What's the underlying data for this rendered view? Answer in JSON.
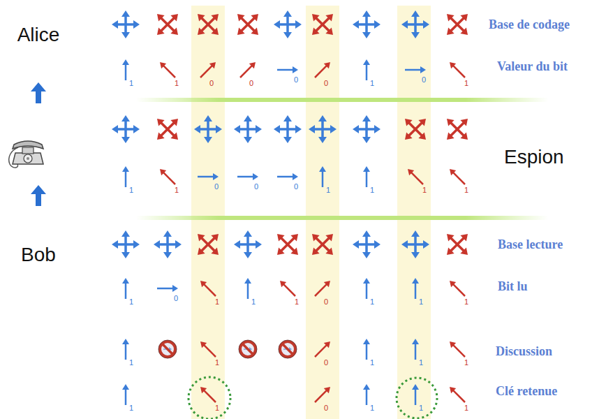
{
  "diagram": {
    "labels": [
      "Alice",
      "Base de codage",
      "1",
      "1",
      "0",
      "0",
      "0",
      "0",
      "1",
      "0",
      "1",
      "Valeur du bit",
      "Espion",
      "1",
      "1",
      "0",
      "0",
      "0",
      "1",
      "1",
      "1",
      "1",
      "Bob",
      "Base lecture",
      "1",
      "0",
      "1",
      "1",
      "1",
      "0",
      "1",
      "1",
      "1",
      "Bit lu",
      "1",
      "1",
      "0",
      "1",
      "1",
      "1",
      "Discussion",
      "1",
      "1",
      "0",
      "1",
      "1",
      "1",
      "Clé retenue"
    ]
  }
}
